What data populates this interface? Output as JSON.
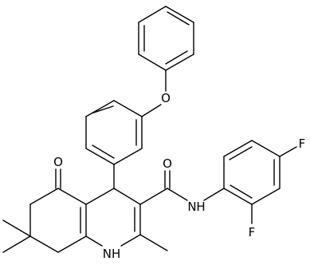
{
  "molecule": {
    "atom_labels": {
      "phenoxy_oxygen": "O",
      "ketone_oxygen": "O",
      "amide_oxygen": "O",
      "amide_nitrogen": "N",
      "amide_nitrogen_h": "H",
      "ring_nh": "NH",
      "fluorine_para": "F",
      "fluorine_ortho": "F"
    },
    "line_color": "#000000",
    "background_color": "#ffffff"
  }
}
